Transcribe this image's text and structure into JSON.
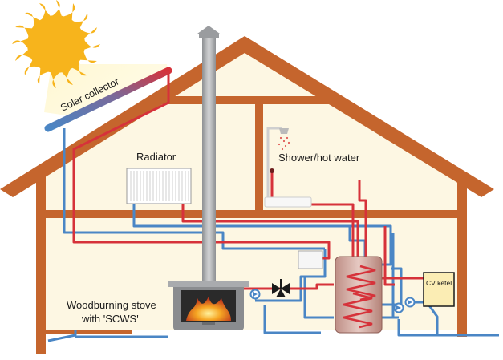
{
  "labels": {
    "solar_collector": "Solar collector",
    "radiator": "Radiator",
    "shower": "Shower/hot water",
    "stove_line1": "Woodburning stove",
    "stove_line2": "with 'SCWS'",
    "cv_ketel": "CV ketel"
  },
  "colors": {
    "house_frame": "#c5652d",
    "interior": "#fdf7e3",
    "hot_pipe": "#d6323a",
    "cold_pipe": "#4a86c5",
    "sun": "#f7b41c",
    "chimney": "#a7a9ac",
    "cv_ketel_fill": "#fbedb4"
  },
  "icons": [
    "sun-icon",
    "radiator-icon",
    "shower-head-icon",
    "stove-icon",
    "fire-icon",
    "valve-icon",
    "pump-icon",
    "hot-water-tank-icon",
    "boiler-icon"
  ]
}
